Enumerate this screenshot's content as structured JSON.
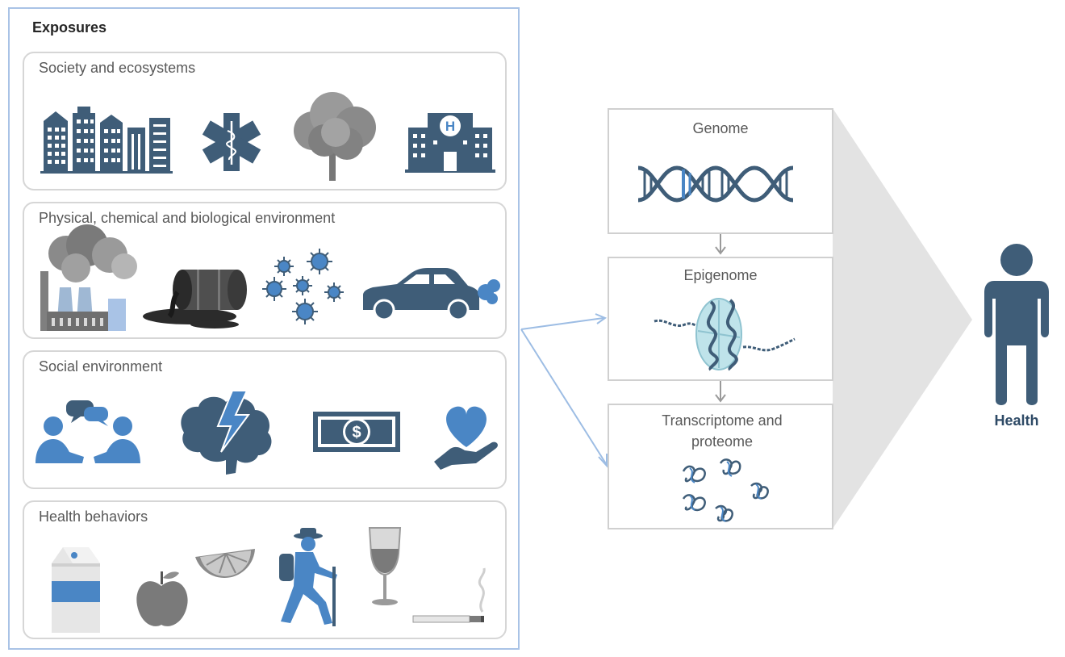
{
  "exposures": {
    "title": "Exposures",
    "panels": [
      {
        "label": "Society and ecosystems",
        "icons": [
          "city-buildings-icon",
          "medical-star-of-life-icon",
          "tree-icon",
          "hospital-icon"
        ]
      },
      {
        "label": "Physical, chemical and biological environment",
        "icons": [
          "factory-smoke-icon",
          "oil-barrel-spill-icon",
          "virus-particles-icon",
          "car-exhaust-icon"
        ]
      },
      {
        "label": "Social environment",
        "icons": [
          "people-conversation-icon",
          "brain-lightning-icon",
          "dollar-bill-icon",
          "heart-hand-icon"
        ]
      },
      {
        "label": "Health behaviors",
        "icons": [
          "milk-carton-icon",
          "apple-icon",
          "lemon-slice-icon",
          "hiker-icon",
          "wine-glass-icon",
          "cigarette-icon"
        ]
      }
    ]
  },
  "omics": {
    "genome": {
      "label": "Genome",
      "icon": "dna-helix-icon"
    },
    "epigenome": {
      "label": "Epigenome",
      "icon": "nucleosome-icon"
    },
    "transcriptome": {
      "label": "Transcriptome and proteome",
      "icon": "protein-strands-icon"
    }
  },
  "outcome": {
    "label": "Health",
    "icon": "person-icon"
  },
  "colors": {
    "navy": "#3f5d78",
    "blue": "#4a86c5",
    "gray": "#8c8c8c",
    "arrow_blue": "#9dbde4",
    "chevron_gray": "#e3e3e3",
    "panel_border": "#d6d6d6",
    "outer_border": "#a9c3e6"
  }
}
